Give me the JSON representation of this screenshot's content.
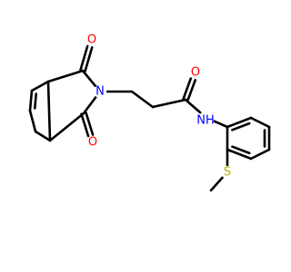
{
  "molecule": {
    "colors": {
      "bond": "#000000",
      "oxygen": "#ff0000",
      "nitrogen": "#0000ff",
      "sulfur": "#b3b300",
      "background": "#ffffff"
    },
    "atoms": [
      {
        "id": "o1",
        "label": "O",
        "element": "oxygen"
      },
      {
        "id": "o2",
        "label": "O",
        "element": "oxygen"
      },
      {
        "id": "n1",
        "label": "N",
        "element": "nitrogen"
      },
      {
        "id": "o3",
        "label": "O",
        "element": "oxygen"
      },
      {
        "id": "nh",
        "label": "NH",
        "element": "nitrogen"
      },
      {
        "id": "s1",
        "label": "S",
        "element": "sulfur"
      }
    ]
  }
}
